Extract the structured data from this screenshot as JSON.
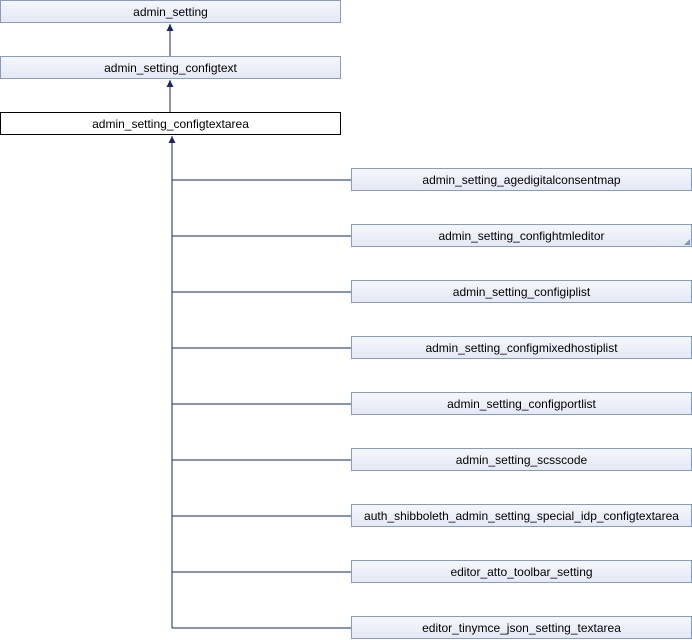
{
  "diagram": {
    "ancestors": [
      {
        "label": "admin_setting"
      },
      {
        "label": "admin_setting_configtext"
      }
    ],
    "current": {
      "label": "admin_setting_configtextarea"
    },
    "children": [
      {
        "label": "admin_setting_agedigitalconsentmap",
        "has_more": false
      },
      {
        "label": "admin_setting_confightmleditor",
        "has_more": true
      },
      {
        "label": "admin_setting_configiplist",
        "has_more": false
      },
      {
        "label": "admin_setting_configmixedhostiplist",
        "has_more": false
      },
      {
        "label": "admin_setting_configportlist",
        "has_more": false
      },
      {
        "label": "admin_setting_scsscode",
        "has_more": false
      },
      {
        "label": "auth_shibboleth_admin_setting_special_idp_configtextarea",
        "has_more": false
      },
      {
        "label": "editor_atto_toolbar_setting",
        "has_more": false
      },
      {
        "label": "editor_tinymce_json_setting_textarea",
        "has_more": false
      }
    ],
    "colors": {
      "edge": "#1a2466",
      "node_border": "#8a9ac2",
      "node_fill": "#e4e9f5"
    }
  }
}
